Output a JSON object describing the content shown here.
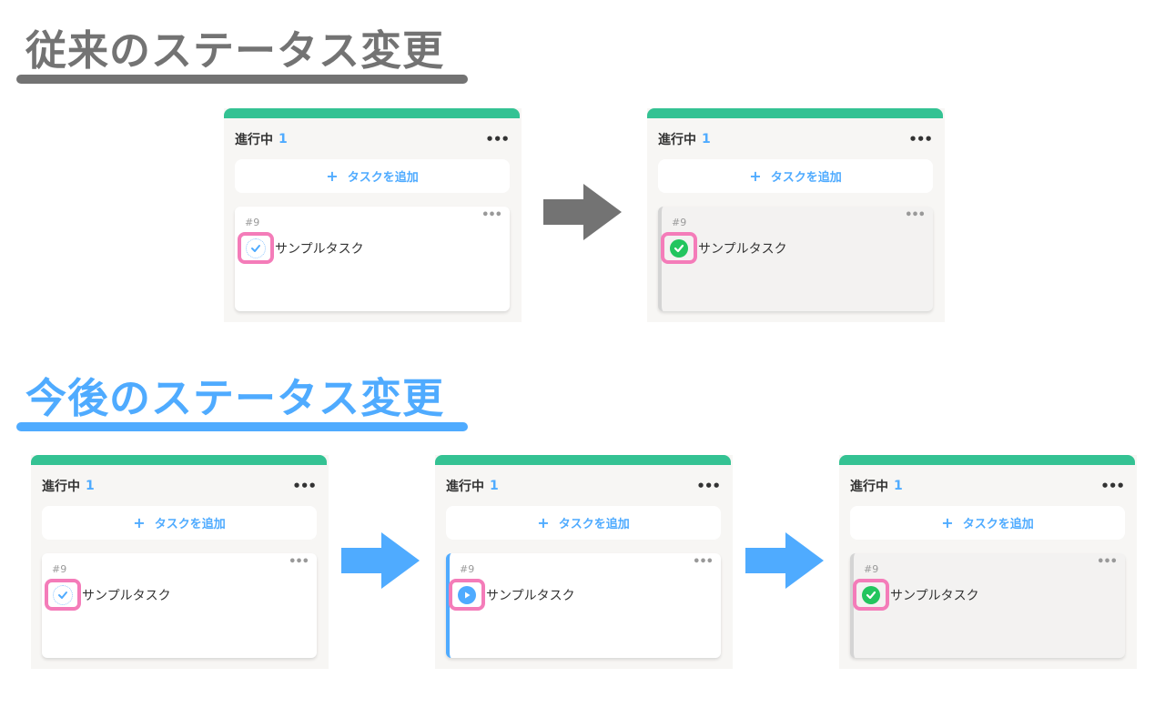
{
  "headings": {
    "old": "従来のステータス変更",
    "new": "今後のステータス変更"
  },
  "colors": {
    "old_accent": "#737373",
    "new_accent": "#4fabff",
    "column_bar": "#34c293",
    "highlight": "#f47cb9",
    "done_green": "#22c55e",
    "in_progress_blue": "#4fabff"
  },
  "column": {
    "title": "進行中",
    "count": "1",
    "menu_icon": "more-horizontal-icon",
    "add_button_plus": "+",
    "add_button_label": "タスクを追加"
  },
  "card": {
    "id": "#9",
    "title": "サンプルタスク",
    "menu": "•••"
  },
  "old_flow": [
    {
      "status": "todo",
      "status_icon": "check-circle-dotted-icon"
    },
    {
      "status": "done",
      "status_icon": "check-circle-filled-icon"
    }
  ],
  "new_flow": [
    {
      "status": "todo",
      "status_icon": "check-circle-dotted-icon"
    },
    {
      "status": "in_progress",
      "status_icon": "play-circle-icon"
    },
    {
      "status": "done",
      "status_icon": "check-circle-filled-icon"
    }
  ],
  "panel_menu": "•••"
}
